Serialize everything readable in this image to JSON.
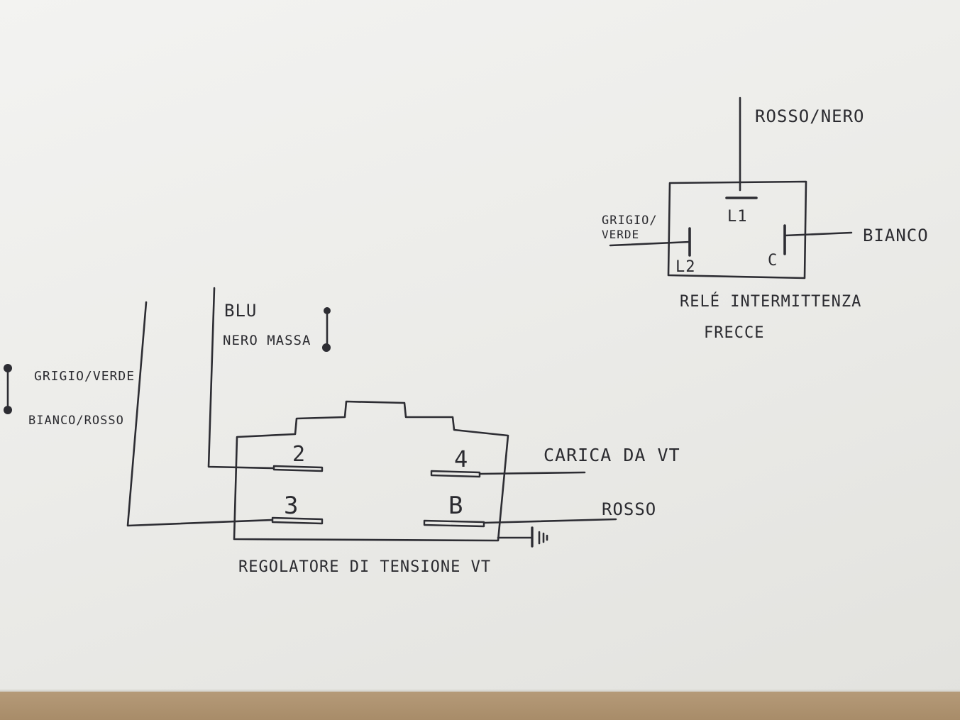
{
  "relay": {
    "top_wire_label": "ROSSO/NERO",
    "left_wire_label_line1": "GRIGIO/",
    "left_wire_label_line2": "VERDE",
    "right_wire_label": "BIANCO",
    "terminal_l1": "L1",
    "terminal_l2": "L2",
    "terminal_c": "C",
    "caption_line1": "RELÉ INTERMITTENZA",
    "caption_line2": "FRECCE"
  },
  "regulator": {
    "terminal_2": "2",
    "terminal_4": "4",
    "terminal_3": "3",
    "terminal_b": "B",
    "blu_label": "BLU",
    "nero_massa_label": "NERO MASSA",
    "grigio_verde_label": "GRIGIO/VERDE",
    "bianco_rosso_label": "BIANCO/ROSSO",
    "carica_label": "CARICA DA VT",
    "rosso_label": "ROSSO",
    "caption": "REGOLATORE DI TENSIONE VT"
  },
  "colors": {
    "ink": "#2d2d33",
    "paper": "#f0f0ee",
    "table": "#ad9170"
  }
}
